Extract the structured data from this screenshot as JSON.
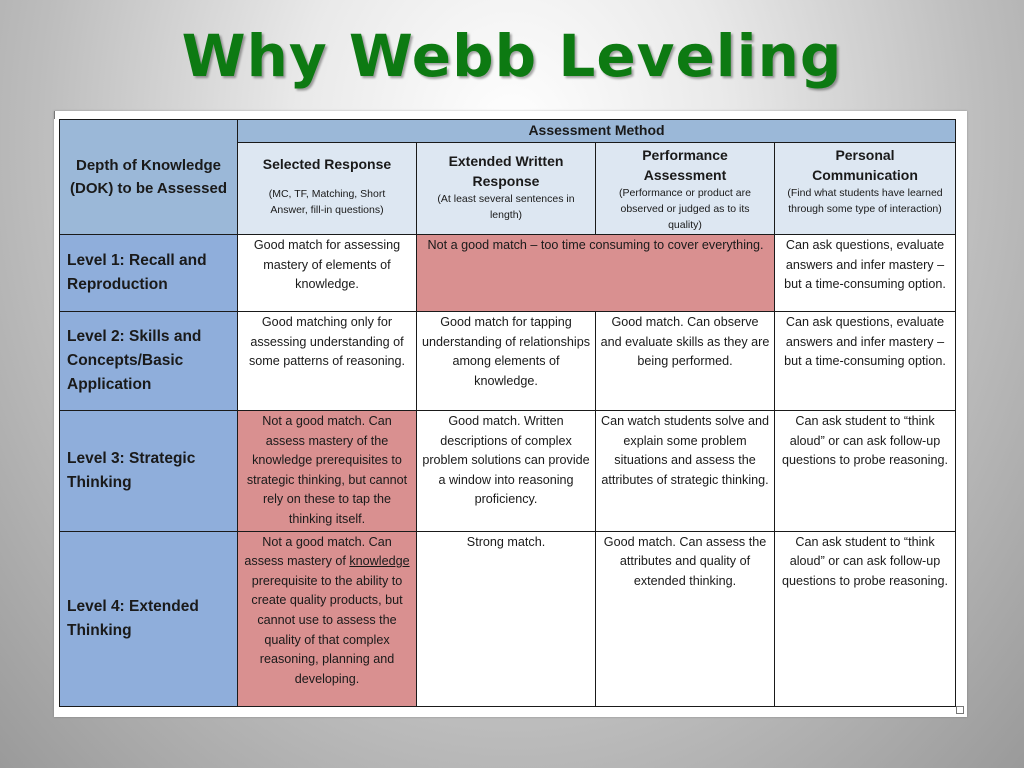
{
  "slide": {
    "title": "Why Webb Leveling"
  },
  "table": {
    "corner_header": "Depth of Knowledge (DOK) to be Assessed",
    "group_header": "Assessment Method",
    "columns": [
      {
        "title": "Selected Response",
        "subtitle": "(MC, TF, Matching, Short Answer, fill-in questions)"
      },
      {
        "title": "Extended Written Response",
        "subtitle": "(At least several sentences in length)"
      },
      {
        "title": "Performance Assessment",
        "subtitle": "(Performance or product are observed or judged as to its quality)"
      },
      {
        "title": "Personal Communication",
        "subtitle": "(Find what students have learned through some type of interaction)"
      }
    ],
    "rows": [
      {
        "level": "Level 1: Recall and Reproduction",
        "selected": "Good match for assessing mastery of elements of knowledge.",
        "merged_written_performance": "Not a good match – too time consuming to cover everything.",
        "personal": "Can ask questions, evaluate answers and infer mastery – but a time-consuming option."
      },
      {
        "level": "Level 2: Skills and Concepts/Basic Application",
        "selected": "Good matching only for assessing understanding of some patterns of reasoning.",
        "written": "Good match for tapping understanding of relationships among elements of knowledge.",
        "performance": "Good match. Can observe and evaluate skills as they are being performed.",
        "personal": "Can ask questions, evaluate answers and infer mastery – but a time-consuming option."
      },
      {
        "level": "Level 3: Strategic Thinking",
        "selected": "Not a good match. Can assess mastery of the knowledge prerequisites to strategic thinking, but cannot rely on these to tap the thinking itself.",
        "written": "Good match. Written descriptions of complex problem solutions can provide a window into reasoning proficiency.",
        "performance": "Can watch students solve and explain some problem situations and assess the attributes of strategic thinking.",
        "personal": "Can ask student to “think aloud” or can ask follow-up questions to probe reasoning."
      },
      {
        "level": "Level 4: Extended Thinking",
        "selected_pre": "Not a good match. Can assess mastery of ",
        "selected_underlined": "knowledge",
        "selected_post": " prerequisite to the ability to create quality products, but cannot use to assess the quality of that complex reasoning, planning and developing.",
        "written": "Strong match.",
        "performance": "Good match. Can assess the attributes and quality of extended thinking.",
        "personal": "Can ask student to “think aloud” or can ask follow-up questions to probe reasoning."
      }
    ],
    "colors": {
      "level_header": "#8faedb",
      "not_good_match": "#d99090",
      "column_header": "#dde7f2",
      "title_green": "#0d7a12"
    }
  }
}
